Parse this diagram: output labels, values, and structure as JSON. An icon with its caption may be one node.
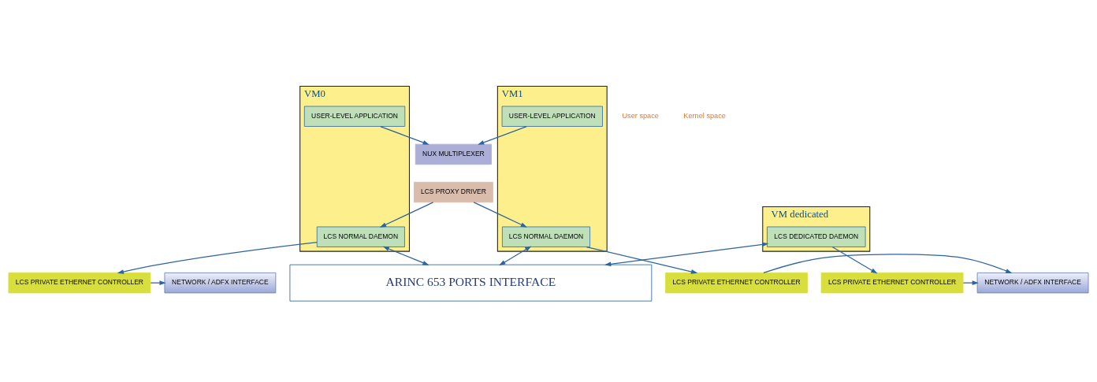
{
  "diagram": {
    "nodes": [
      {
        "text": [
          "VM0"
        ]
      },
      {
        "text": [
          "LCS NORMAL DAEMON"
        ],
        "in": 0
      },
      {
        "text": [
          "USER-LEVEL APPLICATION"
        ],
        "in": 0
      },
      {
        "text": [
          "VM1"
        ]
      },
      {
        "text": [
          "USER-LEVEL APPLICATION"
        ],
        "in": 3
      },
      {
        "text": [
          "LCS NORMAL DAEMON"
        ],
        "in": 3
      },
      {
        "text": [
          "VM dedicated"
        ]
      },
      {
        "text": [
          "LCS DEDICATED DAEMON"
        ],
        "in": 6
      },
      {
        "text": [
          "NUX MULTIPLEXER"
        ]
      },
      {
        "text": [
          "LCS PROXY DRIVER"
        ]
      },
      {
        "text": [
          "NETWORK / ADFX INTERFACE"
        ]
      },
      {
        "text": [
          "LCS PRIVATE ETHERNET CONTROLLER"
        ]
      },
      {
        "text": [
          "LCS PRIVATE ETHERNET CONTROLLER"
        ]
      },
      {
        "text": [
          "LCS PRIVATE ETHERNET CONTROLLER"
        ]
      },
      {
        "text": [
          "NETWORK / ADFX INTERFACE"
        ]
      },
      {
        "text": [
          "ARINC 653 PORTS INTERFACE"
        ]
      }
    ],
    "edges": [
      {
        "from": 1,
        "to": 15,
        "arrow": "both"
      },
      {
        "from": 1,
        "to": 11,
        "arrow": "to"
      },
      {
        "from": 9,
        "to": 1,
        "arrow": "to"
      },
      {
        "from": 2,
        "to": 8,
        "arrow": "to"
      },
      {
        "from": 4,
        "to": 8,
        "arrow": "to"
      },
      {
        "from": 9,
        "to": 5,
        "arrow": "to"
      },
      {
        "from": 5,
        "to": 12,
        "arrow": "to"
      },
      {
        "from": 5,
        "to": 15,
        "arrow": "both"
      },
      {
        "from": 12,
        "to": 14,
        "arrow": "to"
      },
      {
        "from": 7,
        "to": 15,
        "arrow": "both"
      },
      {
        "from": 7,
        "to": 13,
        "arrow": "to"
      },
      {
        "from": 13,
        "to": 14,
        "arrow": "to"
      },
      {
        "from": 11,
        "to": 10,
        "arrow": "to"
      }
    ],
    "labels": [
      "User space",
      "Kernel space"
    ]
  }
}
